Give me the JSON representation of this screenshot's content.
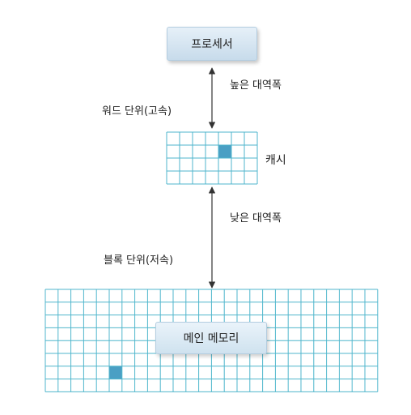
{
  "diagram": {
    "processor": "프로세서",
    "cache": "캐시",
    "main_memory": "메인 메모리",
    "upper_link": {
      "left_label": "워드 단위(고속)",
      "right_label": "높은 대역폭"
    },
    "lower_link": {
      "left_label": "블록 단위(저속)",
      "right_label": "낮은 대역폭"
    }
  },
  "colors": {
    "grid_line": "#4fb6cc",
    "grid_fill": "#ffffff",
    "highlight_cell": "#4a9fc4",
    "box_fill_top": "#e6f0f8",
    "box_fill_bottom": "#c7dbeb",
    "box_border": "#b4cde0",
    "arrow": "#333333"
  }
}
